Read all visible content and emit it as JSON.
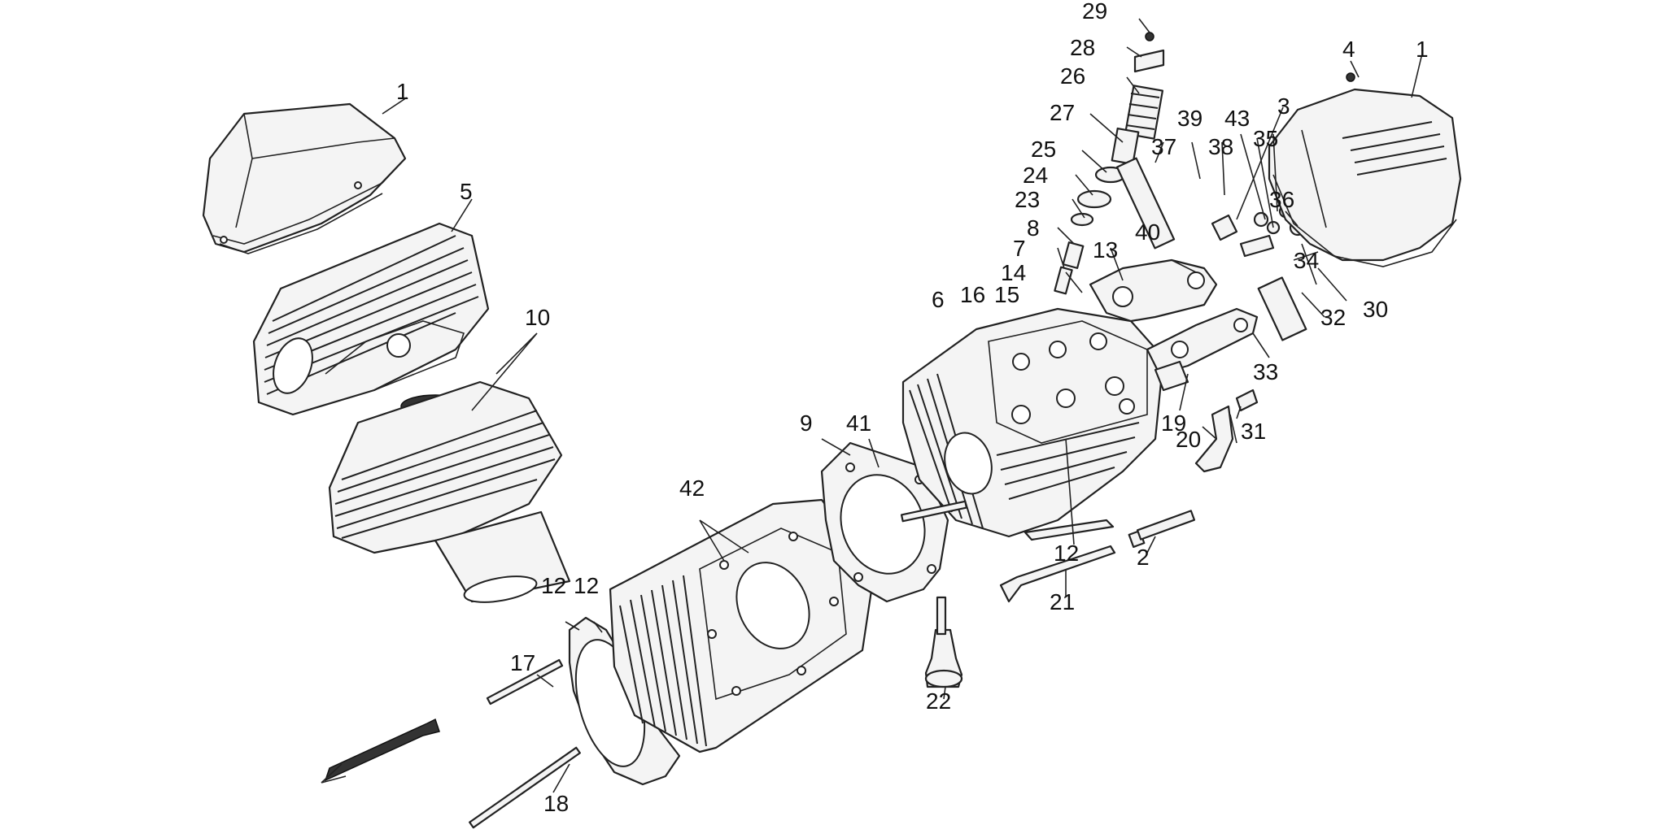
{
  "diagram": {
    "background": "#ffffff",
    "ink": "#222222",
    "callouts": [
      "1",
      "5",
      "10",
      "1",
      "4",
      "29",
      "28",
      "26",
      "27",
      "25",
      "24",
      "23",
      "8",
      "7",
      "14",
      "16",
      "15",
      "13",
      "6",
      "37",
      "39",
      "38",
      "43",
      "3",
      "35",
      "36",
      "40",
      "34",
      "30",
      "32",
      "33",
      "19",
      "20",
      "31",
      "9",
      "41",
      "42",
      "12",
      "12",
      "12",
      "2",
      "21",
      "22",
      "17",
      "18"
    ],
    "direction_arrow": "arrow-icon"
  }
}
